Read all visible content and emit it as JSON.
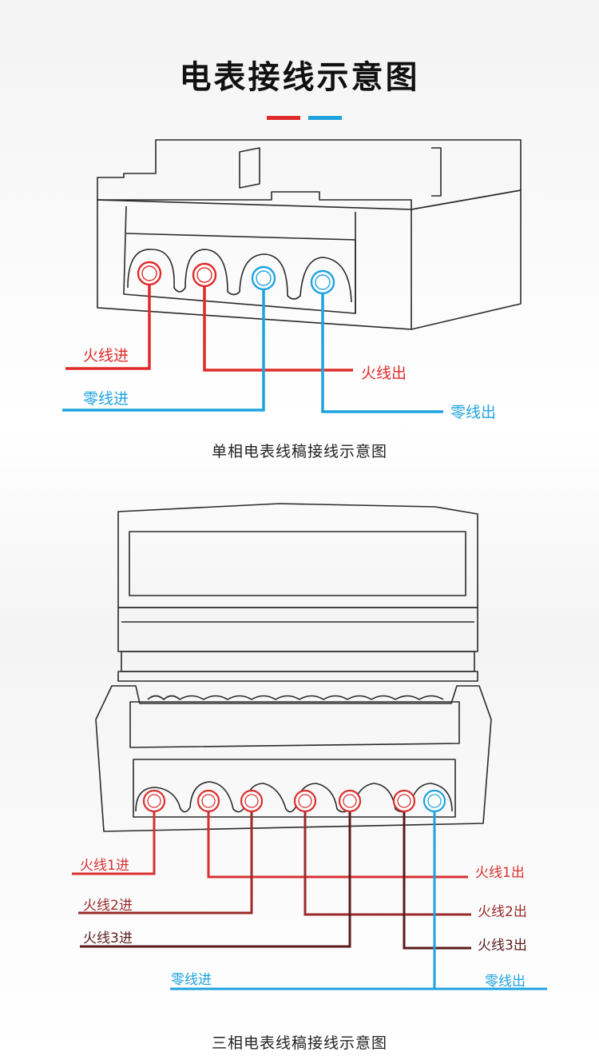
{
  "title": "电表接线示意图",
  "accent": {
    "red": "#e02a2a",
    "blue": "#1ea3e0"
  },
  "single": {
    "caption": "单相电表线稿接线示意图",
    "labels": {
      "live_in": "火线进",
      "live_out": "火线出",
      "neutral_in": "零线进",
      "neutral_out": "零线出"
    }
  },
  "three": {
    "caption": "三相电表线稿接线示意图",
    "colors": {
      "l1": "#d83030",
      "l2": "#9b2a2a",
      "l3": "#5a1c1c",
      "n": "#1ea3e0"
    },
    "labels": {
      "l1_in": "火线1进",
      "l1_out": "火线1出",
      "l2_in": "火线2进",
      "l2_out": "火线2出",
      "l3_in": "火线3进",
      "l3_out": "火线3出",
      "n_in": "零线进",
      "n_out": "零线出"
    }
  }
}
